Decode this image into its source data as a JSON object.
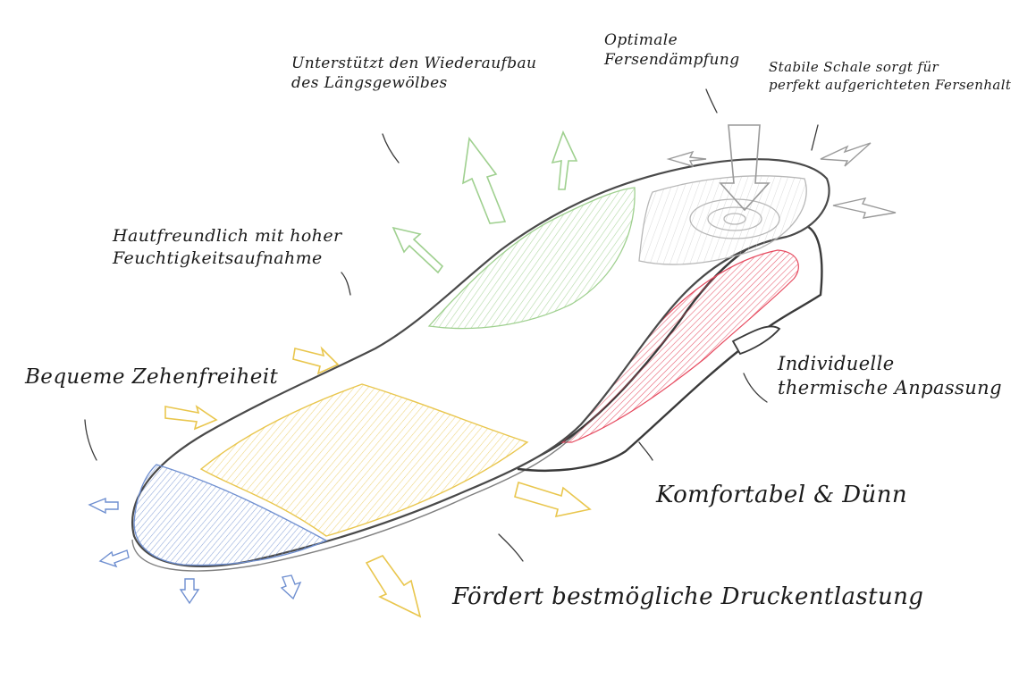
{
  "labels": {
    "arch_support": {
      "line1": "Unterstützt den Wiederaufbau",
      "line2": "des Längsgewölbes"
    },
    "heel_damping": {
      "line1": "Optimale",
      "line2": "Fersendämpfung"
    },
    "heel_shell": {
      "line1": "Stabile Schale sorgt für",
      "line2": "perfekt aufgerichteten Fersenhalt"
    },
    "moisture": {
      "line1": "Hautfreundlich mit hoher",
      "line2": "Feuchtigkeitsaufnahme"
    },
    "toe_freedom": {
      "line1": "Bequeme Zehenfreiheit"
    },
    "thermal": {
      "line1": "Individuelle",
      "line2": "thermische Anpassung"
    },
    "comfort_thin": {
      "line1": "Komfortabel & Dünn"
    },
    "pressure_relief": {
      "line1": "Fördert bestmögliche Druckentlastung"
    }
  },
  "colors": {
    "outline": "#4a4a4a",
    "arch_zone": "#9fd08f",
    "forefoot_zone": "#e9c64d",
    "toe_zone": "#6f8fd0",
    "heel_zone": "#e64a5f",
    "heel_cup": "#b7b7b7"
  }
}
